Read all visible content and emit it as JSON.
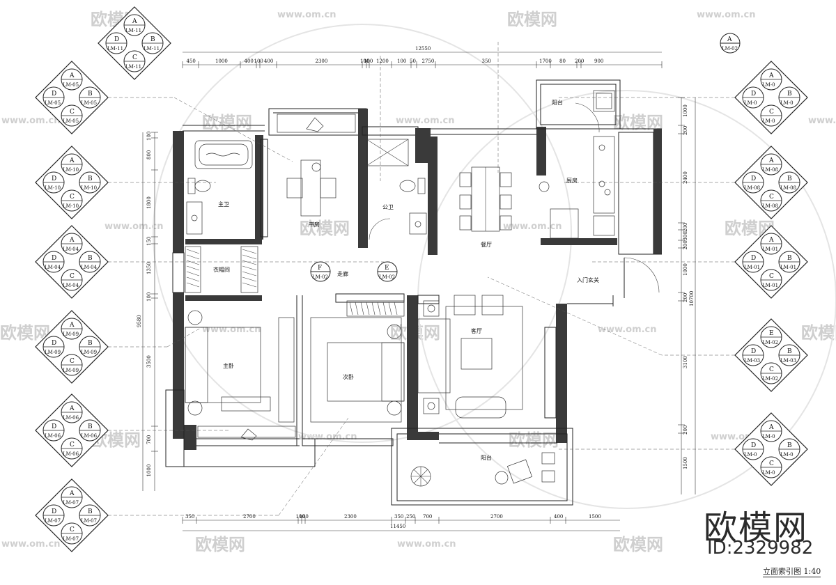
{
  "watermark": {
    "brand": "欧模网",
    "url": "www.om.cn"
  },
  "brand_mark": {
    "name": "欧模网",
    "id": "ID:2329982"
  },
  "drawing_scale": "立面索引图 1:40",
  "overall": {
    "top": "12550",
    "bottom": "11450",
    "left": "9580",
    "right": "10700"
  },
  "top_dims": [
    "450",
    "1000",
    "400",
    "100",
    "400",
    "2300",
    "100",
    "100",
    "1200",
    "100",
    "50",
    "2750",
    "350",
    "1700",
    "80",
    "200",
    "900"
  ],
  "bottom_dims": [
    "350",
    "2700",
    "100",
    "100",
    "2300",
    "350",
    "250",
    "700",
    "2700",
    "400",
    "1500"
  ],
  "left_dims": [
    "100",
    "800",
    "1800",
    "150",
    "1350",
    "100",
    "3500",
    "700",
    "1000"
  ],
  "right_dims": [
    "1000",
    "200",
    "2400",
    "200",
    "300",
    "200",
    "1000",
    "200",
    "3100",
    "200",
    "1500"
  ],
  "rooms": {
    "master_bath": "主卫",
    "study": "书房",
    "public_bath": "公卫",
    "dining": "餐厅",
    "kitchen": "厨房",
    "balcony_small": "阳台",
    "entry": "入门玄关",
    "closet": "衣帽间",
    "corridor": "走廊",
    "living": "客厅",
    "master_bed": "主卧",
    "second_bed": "次卧",
    "balcony": "阳台"
  },
  "index_tags": {
    "LM02": {
      "letter": "A",
      "ref": "LM-02"
    },
    "F": {
      "letter": "F",
      "ref": "LM-02"
    },
    "E": {
      "letter": "E",
      "ref": "LM-02"
    }
  },
  "left_keys": [
    {
      "A": "A",
      "B": "B",
      "C": "C",
      "D": "D",
      "center": "LM-11",
      "B_ref": "LM-11",
      "C_ref": "LM-11",
      "D_ref": "LM-11"
    },
    {
      "A": "A",
      "B": "B",
      "C": "C",
      "D": "D",
      "center": "LM-05",
      "B_ref": "LM-05",
      "C_ref": "LM-05",
      "D_ref": "LM-05"
    },
    {
      "A": "A",
      "B": "B",
      "C": "C",
      "D": "D",
      "center": "LM-10",
      "B_ref": "LM-10",
      "C_ref": "LM-10",
      "D_ref": "LM-10"
    },
    {
      "A": "A",
      "B": "B",
      "C": "C",
      "D": "D",
      "center": "LM-04",
      "B_ref": "LM-04",
      "C_ref": "LM-04",
      "D_ref": "LM-04"
    },
    {
      "A": "A",
      "B": "B",
      "C": "C",
      "D": "D",
      "center": "LM-09",
      "B_ref": "LM-09",
      "C_ref": "LM-09",
      "D_ref": "LM-09"
    },
    {
      "A": "A",
      "B": "B",
      "C": "C",
      "D": "D",
      "center": "LM-06",
      "B_ref": "LM-06",
      "C_ref": "LM-06",
      "D_ref": "LM-06"
    },
    {
      "A": "A",
      "B": "B",
      "C": "C",
      "D": "D",
      "center": "LM-07",
      "B_ref": "LM-07",
      "C_ref": "LM-07",
      "D_ref": "LM-07"
    }
  ],
  "right_keys": [
    {
      "A": "A",
      "B": "B",
      "C": "C",
      "D": "D",
      "center": "LM-0",
      "B_ref": "LM-0",
      "C_ref": "LM-0",
      "D_ref": "LM-0"
    },
    {
      "A": "A",
      "B": "B",
      "C": "C",
      "D": "D",
      "center": "LM-08",
      "B_ref": "LM-08",
      "C_ref": "LM-08",
      "D_ref": "LM-08"
    },
    {
      "A": "A",
      "B": "B",
      "C": "C",
      "D": "D",
      "center": "LM-01",
      "B_ref": "LM-01",
      "C_ref": "LM-01",
      "D_ref": "LM-01"
    },
    {
      "A": "E",
      "B": "B",
      "C": "C",
      "D": "D",
      "center": "LM-02",
      "B_ref": "LM-03",
      "C_ref": "LM-02",
      "D_ref": "LM-03"
    },
    {
      "A": "A",
      "B": "B",
      "C": "C",
      "D": "D",
      "center": "LM-0",
      "B_ref": "LM-0",
      "C_ref": "LM-0",
      "D_ref": "LM-0"
    }
  ]
}
